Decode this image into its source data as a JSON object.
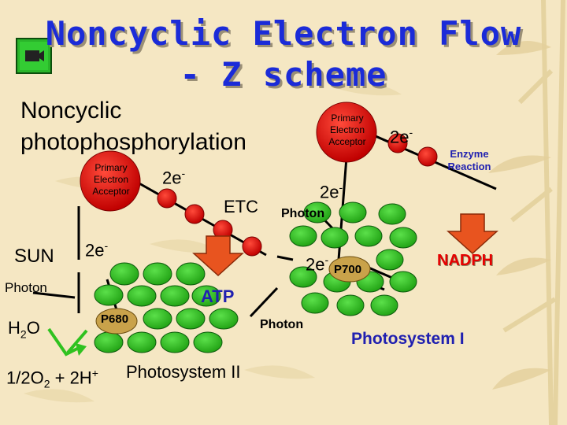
{
  "title": {
    "line1": "Noncyclic Electron Flow",
    "line2": "- Z scheme"
  },
  "labels": {
    "noncyclic": "Noncyclic",
    "photophos": "photophosphorylation",
    "primary_acceptor": "Primary Electron Acceptor",
    "two_e": "2e",
    "sup_minus": "-",
    "sun": "SUN",
    "photon": "Photon",
    "etc": "ETC",
    "atp": "ATP",
    "nadph": "NADPH",
    "enzyme_reaction": "Enzyme Reaction",
    "p680": "P680",
    "p700": "P700",
    "photosystem_ii": "Photosystem II",
    "photosystem_i": "Photosystem I",
    "h2o": "H",
    "h2o_sub": "2",
    "h2o_o": "O",
    "half_o2_a": "1/2O",
    "half_o2_sub": "2",
    "half_o2_b": " + 2H",
    "half_o2_sup": "+"
  },
  "colors": {
    "title": "#1b2bd8",
    "green": "#2fc21f",
    "red": "#e60000",
    "orange": "#e8541f",
    "bg": "#f5e7c3",
    "p_pigment": "#c9a24a",
    "text_accent": "#2020b0"
  },
  "icons": [
    "presentation-icon",
    "arrow-down-icon"
  ]
}
